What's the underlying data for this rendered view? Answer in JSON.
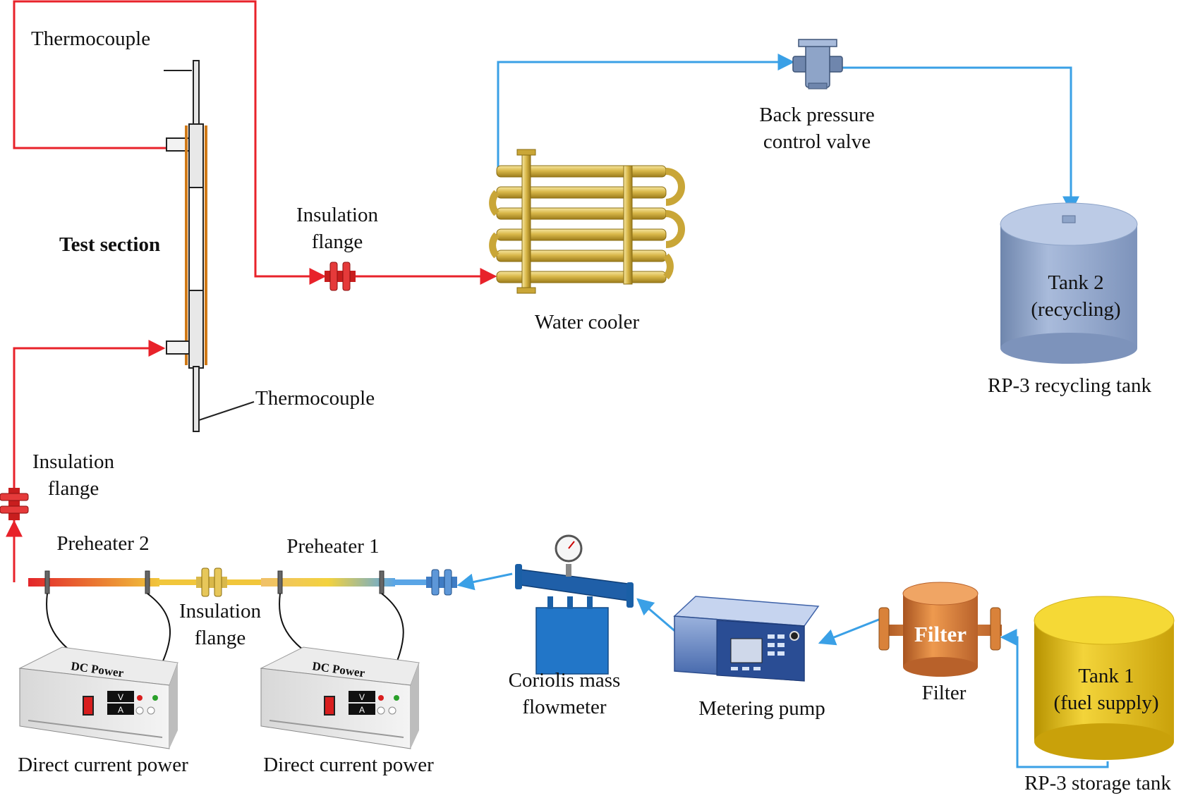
{
  "labels": {
    "thermocouple_top": "Thermocouple",
    "thermocouple_bottom": "Thermocouple",
    "test_section": "Test section",
    "insulation_flange_top_l1": "Insulation",
    "insulation_flange_top_l2": "flange",
    "insulation_flange_left_l1": "Insulation",
    "insulation_flange_left_l2": "flange",
    "insulation_flange_bottom_l1": "Insulation",
    "insulation_flange_bottom_l2": "flange",
    "water_cooler": "Water cooler",
    "back_pressure_l1": "Back pressure",
    "back_pressure_l2": "control valve",
    "tank2_l1": "Tank 2",
    "tank2_l2": "(recycling)",
    "recycling_tank": "RP-3 recycling tank",
    "preheater2": "Preheater 2",
    "preheater1": "Preheater 1",
    "dc_power_left": "Direct current power",
    "dc_power_right": "Direct current power",
    "coriolis_l1": "Coriolis mass",
    "coriolis_l2": "flowmeter",
    "metering_pump": "Metering pump",
    "filter_body": "Filter",
    "filter_label": "Filter",
    "tank1_l1": "Tank 1",
    "tank1_l2": "(fuel supply)",
    "storage_tank": "RP-3 storage tank",
    "dc_panel_title": "DC Power",
    "dc_panel_v": "V",
    "dc_panel_a": "A"
  },
  "colors": {
    "hot_line": "#e8222a",
    "cold_line": "#3aa0e6",
    "gold": "#d9b84a",
    "tank_blue": "#8ea4c8",
    "tank_gold": "#e2be1c",
    "flowmeter": "#1f5fa8",
    "filter_copper": "#d9823a"
  }
}
